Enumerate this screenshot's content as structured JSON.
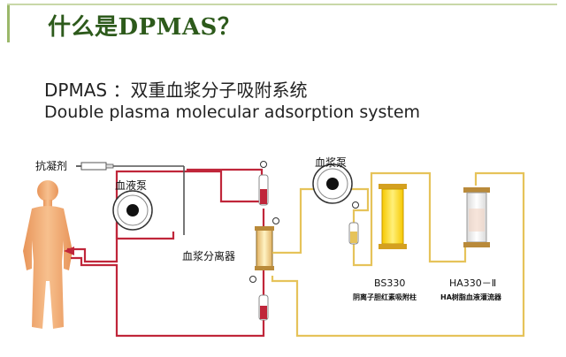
{
  "header": {
    "title": "什么是DPMAS？"
  },
  "intro": {
    "name_cn": "DPMAS ：双重血浆分子吸附系统",
    "name_en": "Double plasma molecular adsorption system"
  },
  "diagram": {
    "labels": {
      "anticoagulant": "抗凝剂",
      "blood_pump": "血液泵",
      "plasma_pump": "血浆泵",
      "plasma_separator": "血浆分离器",
      "bs330": "BS330",
      "bs330_desc": "阴离子胆红素吸附柱",
      "ha330": "HA330－Ⅱ",
      "ha330_desc": "HA树脂血液灌流器"
    },
    "colors": {
      "blood_line": "#c0263a",
      "plasma_line": "#e6c35a",
      "body": "#f2b27a",
      "column_yellow": "#ffd83a",
      "background": "#ffffff",
      "title_green": "#2d5a1b"
    }
  }
}
